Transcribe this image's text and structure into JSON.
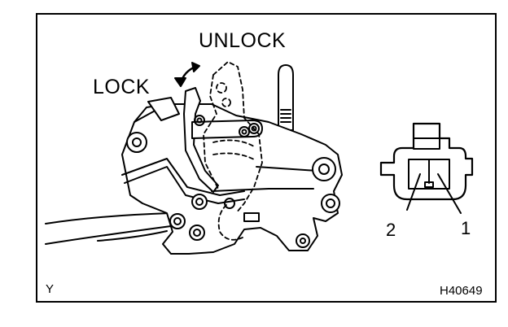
{
  "labels": {
    "unlock": "UNLOCK",
    "lock": "LOCK",
    "terminal_2": "2",
    "terminal_1": "1",
    "view": "Y",
    "figure_code": "H40649"
  },
  "colors": {
    "line": "#000000",
    "background": "#ffffff"
  }
}
